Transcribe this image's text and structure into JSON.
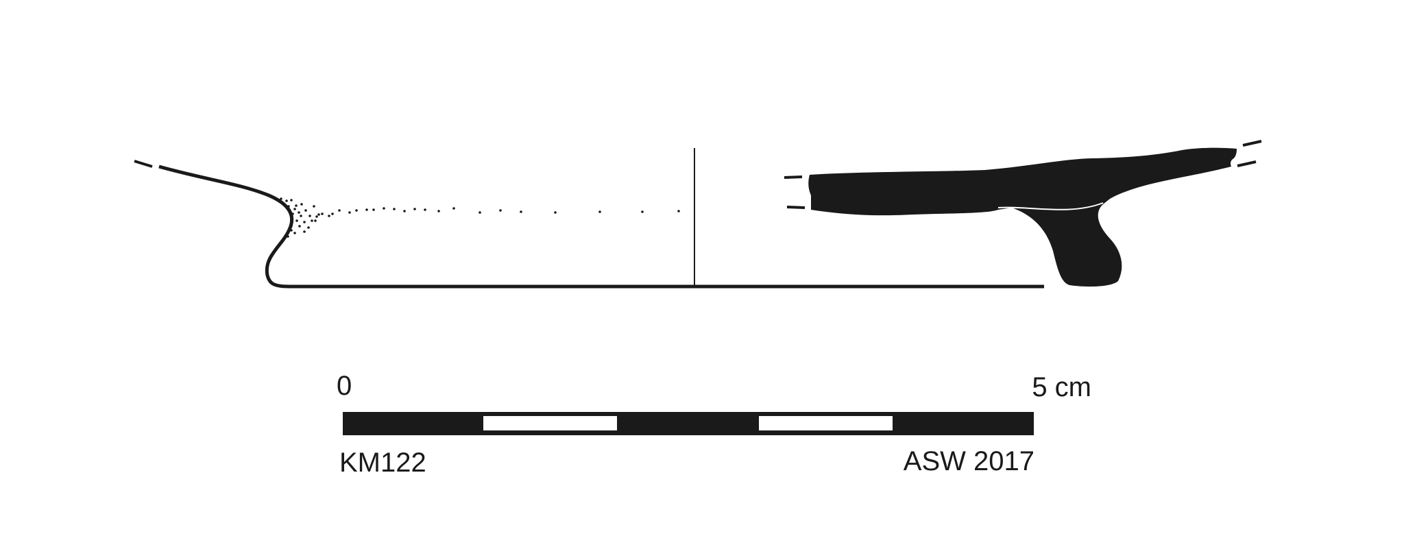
{
  "scale_bar": {
    "start_label": "0",
    "end_label": "5 cm",
    "segments": 5
  },
  "captions": {
    "object_id": "KM122",
    "author_year": "ASW 2017"
  },
  "colors": {
    "ink": "#1a1a1a",
    "background": "#ffffff"
  }
}
